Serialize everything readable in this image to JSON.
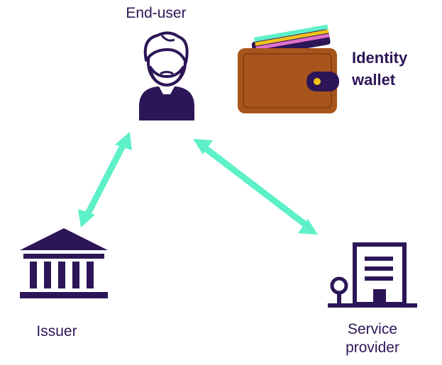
{
  "nodes": {
    "end_user": "End-user",
    "issuer": "Issuer",
    "service_provider_line1": "Service",
    "service_provider_line2": "provider"
  },
  "wallet": {
    "line1": "Identity",
    "line2": "wallet"
  },
  "colors": {
    "text": "#2d1657",
    "icon": "#2d1657",
    "arrow": "#5ef0c8",
    "wallet_body": "#a8551c",
    "wallet_clasp": "#2d1657",
    "wallet_clasp_dot": "#f2c21b"
  },
  "icons": [
    "person-icon",
    "wallet-icon",
    "bank-building-icon",
    "office-building-icon"
  ],
  "connections": [
    {
      "from": "end_user",
      "to": "issuer",
      "type": "bidirectional"
    },
    {
      "from": "end_user",
      "to": "service_provider",
      "type": "bidirectional"
    }
  ]
}
